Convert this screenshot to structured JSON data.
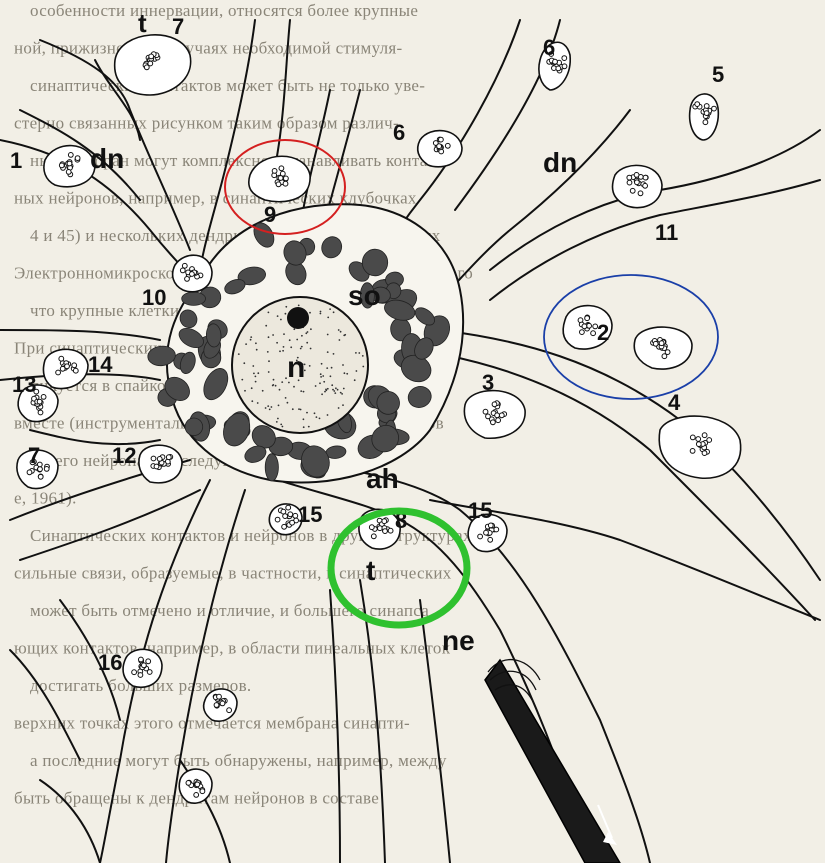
{
  "figure": {
    "background_text": [
      "особенности иннервации, относятся более крупные",
      "ной, прижизненно в случаях необходимой стимуля-",
      "синаптических контактов может быть не только уве-",
      "стерно связанных рисунком таким образом различ-",
      "ных мембран могут комплексно устанавливать контакт",
      "ных нейронов, например, в синаптических клубочках",
      "4 и 45) и нескольких дендритов в сложных сочетаниях",
      "Электронномикроскопические исследования синаптического",
      "что крупные клетки выделяют (переработки полученной",
      "При синаптических переходов) большой группы медиатора",
      "пикуется в спайкоцентральной зоне. В этом и состоит",
      "вместе (инструментально) как побочный эффект бутонов",
      "своего нейрона в последующих формах (Лене",
      "е, 1961).",
      "Синаптических контактов и нейронов в других структурах",
      "сильные связи, образуемые, в частности, в синаптических",
      "может быть отмечено и отличие, и большего синапса",
      "ющих контактов, например, в области пинеальных клеток",
      "достигать больших размеров.",
      "верхних точках этого отмечается мембрана синапти-",
      "а последние могут быть обнаружены, например, между",
      "быть обращены к дендритам нейронов в составе"
    ],
    "labels": {
      "t_top": "t",
      "n7_top": "7",
      "n6_top": "6",
      "n5": "5",
      "n1": "1",
      "dn_left": "dn",
      "n6_mid": "6",
      "dn_right": "dn",
      "n9": "9",
      "n11": "11",
      "n10": "10",
      "so": "so",
      "n": "n",
      "n2": "2",
      "n14": "14",
      "n13": "13",
      "n7_left": "7",
      "n12": "12",
      "n3": "3",
      "n4": "4",
      "ah": "ah",
      "n15_left": "15",
      "n8": "8",
      "n15_right": "15",
      "t_bottom": "t",
      "n16": "16",
      "ne": "ne"
    },
    "annotations": {
      "red_circle_color": "#d42020",
      "blue_circle_color": "#1a3fa8",
      "green_circle_color": "#2fc12f"
    }
  }
}
